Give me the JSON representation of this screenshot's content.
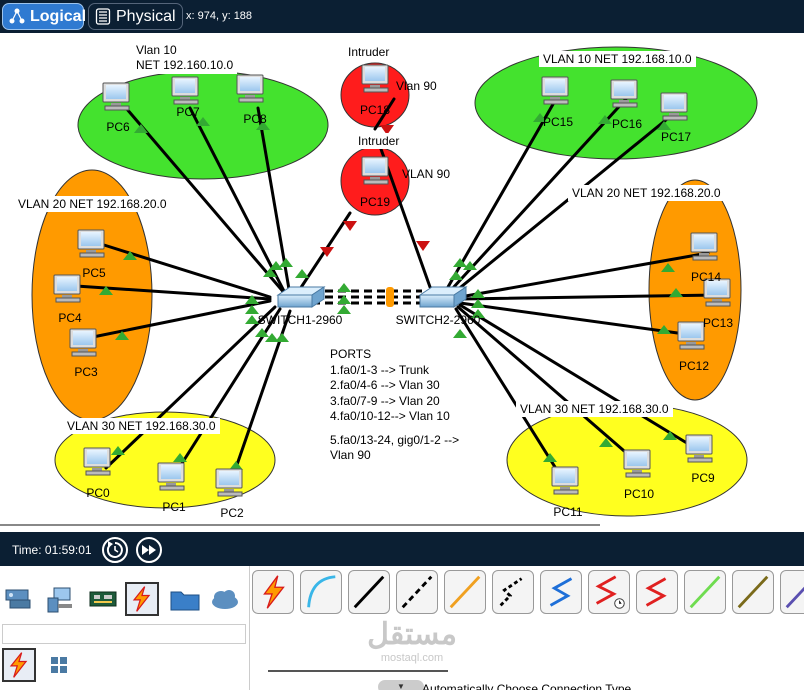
{
  "toolbar": {
    "logical_label": "Logical",
    "physical_label": "Physical",
    "coordinates": "x: 974, y: 188"
  },
  "zones": {
    "vlan10_left": "Vlan 10",
    "vlan10_left_net": "NET 192.160.10.0",
    "vlan10_right": "VLAN 10 NET 192.168.10.0",
    "vlan20_left": "VLAN 20 NET 192.168.20.0",
    "vlan20_right": "VLAN 20 NET 192.168.20.0",
    "vlan30_left": "VLAN 30 NET 192.168.30.0",
    "vlan30_right": "VLAN 30 NET 192.168.30.0",
    "intruder1": "Intruder",
    "intruder1_vlan": "Vlan 90",
    "intruder2": "Intruder",
    "intruder2_vlan": "VLAN 90"
  },
  "pcs": {
    "pc6": "PC6",
    "pc7": "PC7",
    "pc8": "PC8",
    "pc5": "PC5",
    "pc4": "PC4",
    "pc3": "PC3",
    "pc0": "PC0",
    "pc1": "PC1",
    "pc2": "PC2",
    "pc15": "PC15",
    "pc16": "PC16",
    "pc17": "PC17",
    "pc14": "PC14",
    "pc13": "PC13",
    "pc12": "PC12",
    "pc11": "PC11",
    "pc10": "PC10",
    "pc9": "PC9",
    "pc18": "PC18",
    "pc19": "PC19"
  },
  "switches": {
    "switch1": "SWITCH1-2960",
    "switch2": "SWITCH2-2960"
  },
  "ports_note": {
    "title": "PORTS",
    "line1": "1.fa0/1-3 --> Trunk",
    "line2": "2.fa0/4-6 --> Vlan 30",
    "line3": "3.fa0/7-9 --> Vlan 20",
    "line4": "4.fa0/10-12--> Vlan 10",
    "line5": "5.fa0/13-24, gig0/1-2 -->",
    "line6": "Vlan 90"
  },
  "timebar": {
    "time_text": "Time: 01:59:01"
  },
  "bottom": {
    "cable_description": "Automatically Choose Connection Type",
    "watermark_arabic": "مستقل",
    "watermark_latin": "mostaql.com"
  },
  "icons": {
    "logical": "network-nodes-icon",
    "physical": "film-strip-icon",
    "reset": "reset-clock-icon",
    "fast_forward": "fast-forward-icon",
    "cables": "lightning-connection-icon"
  },
  "colors": {
    "vlan10_zone": "#44e22e",
    "vlan20_zone": "#ff9a00",
    "vlan30_zone": "#ffff1f",
    "intruder_zone": "#ff1c1c",
    "link_up": "#33aa33",
    "link_down": "#cc1111",
    "toolbar_bg": "#0b1f33",
    "accent": "#2f7ad1"
  }
}
